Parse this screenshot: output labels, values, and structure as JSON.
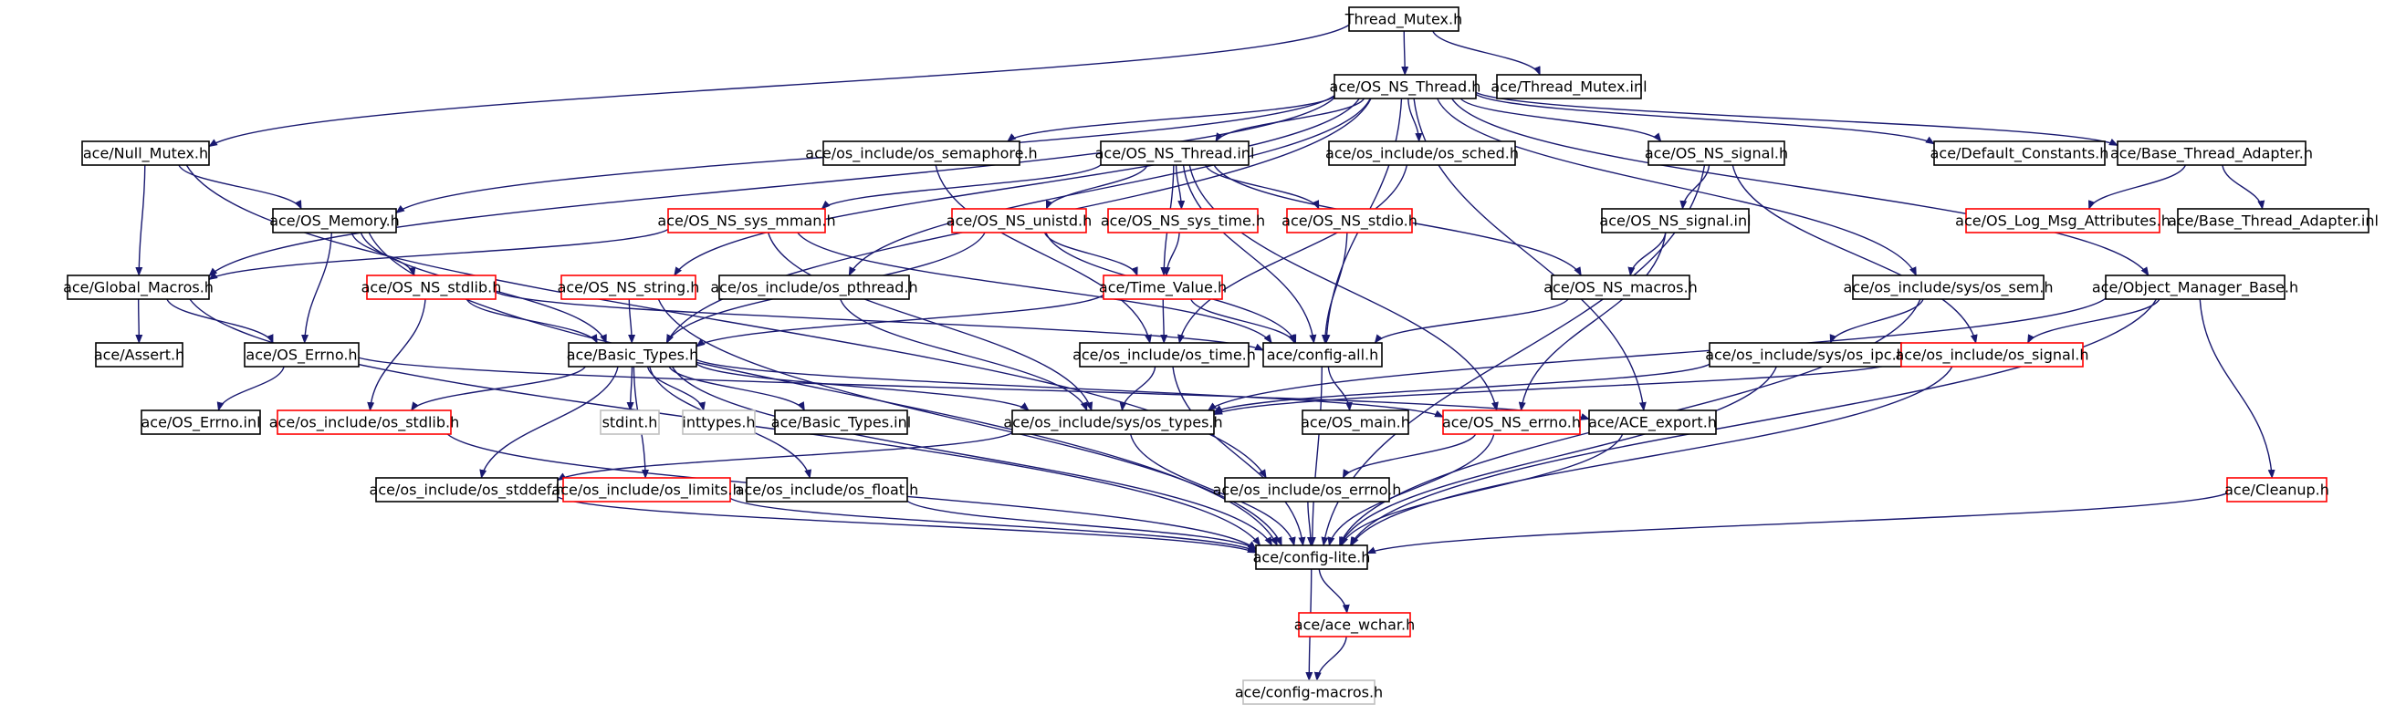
{
  "colors": {
    "edge": "#191970",
    "border_normal": "#000000",
    "border_truncated": "#ff0000",
    "border_leaf": "#bfbfbf",
    "root_fill": "#bfbfbf"
  },
  "nodes": {
    "thread_mutex_h": {
      "label": "Thread_Mutex.h",
      "kind": "root"
    },
    "os_ns_thread_h": {
      "label": "ace/OS_NS_Thread.h",
      "kind": "normal"
    },
    "thread_mutex_inl": {
      "label": "ace/Thread_Mutex.inl",
      "kind": "normal"
    },
    "null_mutex_h": {
      "label": "ace/Null_Mutex.h",
      "kind": "normal"
    },
    "os_semaphore_h": {
      "label": "ace/os_include/os_semaphore.h",
      "kind": "normal"
    },
    "os_ns_thread_inl": {
      "label": "ace/OS_NS_Thread.inl",
      "kind": "normal"
    },
    "os_sched_h": {
      "label": "ace/os_include/os_sched.h",
      "kind": "normal"
    },
    "os_ns_signal_h": {
      "label": "ace/OS_NS_signal.h",
      "kind": "normal"
    },
    "default_constants_h": {
      "label": "ace/Default_Constants.h",
      "kind": "normal"
    },
    "base_thread_adapter_h": {
      "label": "ace/Base_Thread_Adapter.h",
      "kind": "normal"
    },
    "os_memory_h": {
      "label": "ace/OS_Memory.h",
      "kind": "normal"
    },
    "os_ns_sys_mman_h": {
      "label": "ace/OS_NS_sys_mman.h",
      "kind": "truncated"
    },
    "os_ns_unistd_h": {
      "label": "ace/OS_NS_unistd.h",
      "kind": "truncated"
    },
    "os_ns_sys_time_h": {
      "label": "ace/OS_NS_sys_time.h",
      "kind": "truncated"
    },
    "os_ns_stdio_h": {
      "label": "ace/OS_NS_stdio.h",
      "kind": "truncated"
    },
    "os_ns_signal_inl": {
      "label": "ace/OS_NS_signal.inl",
      "kind": "normal"
    },
    "os_log_msg_attributes_h": {
      "label": "ace/OS_Log_Msg_Attributes.h",
      "kind": "truncated"
    },
    "base_thread_adapter_inl": {
      "label": "ace/Base_Thread_Adapter.inl",
      "kind": "normal"
    },
    "global_macros_h": {
      "label": "ace/Global_Macros.h",
      "kind": "normal"
    },
    "os_ns_stdlib_h": {
      "label": "ace/OS_NS_stdlib.h",
      "kind": "truncated"
    },
    "os_ns_string_h": {
      "label": "ace/OS_NS_string.h",
      "kind": "truncated"
    },
    "os_pthread_h": {
      "label": "ace/os_include/os_pthread.h",
      "kind": "normal"
    },
    "time_value_h": {
      "label": "ace/Time_Value.h",
      "kind": "truncated"
    },
    "os_ns_macros_h": {
      "label": "ace/OS_NS_macros.h",
      "kind": "normal"
    },
    "os_sem_h": {
      "label": "ace/os_include/sys/os_sem.h",
      "kind": "normal"
    },
    "object_manager_base_h": {
      "label": "ace/Object_Manager_Base.h",
      "kind": "normal"
    },
    "assert_h": {
      "label": "ace/Assert.h",
      "kind": "normal"
    },
    "os_errno_h": {
      "label": "ace/OS_Errno.h",
      "kind": "normal"
    },
    "basic_types_h": {
      "label": "ace/Basic_Types.h",
      "kind": "normal"
    },
    "os_time_h": {
      "label": "ace/os_include/os_time.h",
      "kind": "normal"
    },
    "config_all_h": {
      "label": "ace/config-all.h",
      "kind": "normal"
    },
    "os_ipc_h": {
      "label": "ace/os_include/sys/os_ipc.h",
      "kind": "normal"
    },
    "os_signal_h": {
      "label": "ace/os_include/os_signal.h",
      "kind": "truncated"
    },
    "os_errno_inl": {
      "label": "ace/OS_Errno.inl",
      "kind": "normal"
    },
    "os_stdlib_h": {
      "label": "ace/os_include/os_stdlib.h",
      "kind": "truncated"
    },
    "stdint_h": {
      "label": "stdint.h",
      "kind": "leaf"
    },
    "inttypes_h": {
      "label": "inttypes.h",
      "kind": "leaf"
    },
    "basic_types_inl": {
      "label": "ace/Basic_Types.inl",
      "kind": "normal"
    },
    "os_types_h": {
      "label": "ace/os_include/sys/os_types.h",
      "kind": "normal"
    },
    "os_main_h": {
      "label": "ace/OS_main.h",
      "kind": "normal"
    },
    "os_ns_errno_h": {
      "label": "ace/OS_NS_errno.h",
      "kind": "truncated"
    },
    "ace_export_h": {
      "label": "ace/ACE_export.h",
      "kind": "normal"
    },
    "os_stddef_h": {
      "label": "ace/os_include/os_stddef.h",
      "kind": "normal"
    },
    "os_limits_h": {
      "label": "ace/os_include/os_limits.h",
      "kind": "truncated"
    },
    "os_float_h": {
      "label": "ace/os_include/os_float.h",
      "kind": "normal"
    },
    "os_errno_os_h": {
      "label": "ace/os_include/os_errno.h",
      "kind": "normal"
    },
    "cleanup_h": {
      "label": "ace/Cleanup.h",
      "kind": "truncated"
    },
    "config_lite_h": {
      "label": "ace/config-lite.h",
      "kind": "normal"
    },
    "ace_wchar_h": {
      "label": "ace/ace_wchar.h",
      "kind": "truncated"
    },
    "config_macros_h": {
      "label": "ace/config-macros.h",
      "kind": "leaf"
    }
  },
  "edges": [
    [
      "thread_mutex_h",
      "os_ns_thread_h"
    ],
    [
      "thread_mutex_h",
      "thread_mutex_inl"
    ],
    [
      "thread_mutex_h",
      "null_mutex_h"
    ],
    [
      "os_ns_thread_h",
      "os_semaphore_h"
    ],
    [
      "os_ns_thread_h",
      "os_ns_thread_inl"
    ],
    [
      "os_ns_thread_h",
      "os_sched_h"
    ],
    [
      "os_ns_thread_h",
      "os_ns_signal_h"
    ],
    [
      "os_ns_thread_h",
      "default_constants_h"
    ],
    [
      "os_ns_thread_h",
      "base_thread_adapter_h"
    ],
    [
      "os_ns_thread_h",
      "os_memory_h"
    ],
    [
      "os_ns_thread_h",
      "global_macros_h"
    ],
    [
      "os_ns_thread_h",
      "basic_types_h"
    ],
    [
      "os_ns_thread_h",
      "config_all_h"
    ],
    [
      "os_ns_thread_h",
      "os_pthread_h"
    ],
    [
      "os_ns_thread_h",
      "os_ns_string_h"
    ],
    [
      "os_ns_thread_h",
      "os_sem_h"
    ],
    [
      "os_ns_thread_h",
      "object_manager_base_h"
    ],
    [
      "os_ns_thread_h",
      "ace_export_h"
    ],
    [
      "null_mutex_h",
      "os_memory_h"
    ],
    [
      "null_mutex_h",
      "global_macros_h"
    ],
    [
      "null_mutex_h",
      "os_errno_os_h"
    ],
    [
      "os_semaphore_h",
      "os_time_h"
    ],
    [
      "os_sched_h",
      "os_time_h"
    ],
    [
      "os_ns_thread_inl",
      "os_ns_sys_mman_h"
    ],
    [
      "os_ns_thread_inl",
      "os_ns_unistd_h"
    ],
    [
      "os_ns_thread_inl",
      "os_ns_sys_time_h"
    ],
    [
      "os_ns_thread_inl",
      "os_ns_stdio_h"
    ],
    [
      "os_ns_thread_inl",
      "time_value_h"
    ],
    [
      "os_ns_thread_inl",
      "os_ns_macros_h"
    ],
    [
      "os_ns_thread_inl",
      "config_all_h"
    ],
    [
      "os_ns_thread_inl",
      "os_ns_errno_h"
    ],
    [
      "os_ns_signal_h",
      "os_ns_signal_inl"
    ],
    [
      "os_ns_signal_h",
      "os_signal_h"
    ],
    [
      "os_ns_signal_h",
      "config_lite_h"
    ],
    [
      "base_thread_adapter_h",
      "os_log_msg_attributes_h"
    ],
    [
      "base_thread_adapter_h",
      "base_thread_adapter_inl"
    ],
    [
      "os_memory_h",
      "os_ns_stdlib_h"
    ],
    [
      "os_memory_h",
      "os_errno_h"
    ],
    [
      "os_memory_h",
      "basic_types_h"
    ],
    [
      "os_memory_h",
      "config_lite_h"
    ],
    [
      "os_ns_sys_mman_h",
      "global_macros_h"
    ],
    [
      "os_ns_sys_mman_h",
      "os_types_h"
    ],
    [
      "os_ns_sys_mman_h",
      "config_all_h"
    ],
    [
      "os_ns_unistd_h",
      "basic_types_h"
    ],
    [
      "os_ns_unistd_h",
      "config_all_h"
    ],
    [
      "os_ns_unistd_h",
      "time_value_h"
    ],
    [
      "os_ns_sys_time_h",
      "time_value_h"
    ],
    [
      "os_ns_stdio_h",
      "config_all_h"
    ],
    [
      "os_ns_signal_inl",
      "os_ns_macros_h"
    ],
    [
      "os_ns_signal_inl",
      "os_ns_errno_h"
    ],
    [
      "global_macros_h",
      "assert_h"
    ],
    [
      "global_macros_h",
      "os_errno_h"
    ],
    [
      "global_macros_h",
      "config_lite_h"
    ],
    [
      "os_ns_stdlib_h",
      "basic_types_h"
    ],
    [
      "os_ns_stdlib_h",
      "os_stdlib_h"
    ],
    [
      "os_ns_stdlib_h",
      "config_all_h"
    ],
    [
      "os_ns_string_h",
      "basic_types_h"
    ],
    [
      "os_ns_string_h",
      "config_lite_h"
    ],
    [
      "os_pthread_h",
      "os_types_h"
    ],
    [
      "time_value_h",
      "basic_types_h"
    ],
    [
      "time_value_h",
      "os_time_h"
    ],
    [
      "time_value_h",
      "config_all_h"
    ],
    [
      "os_ns_macros_h",
      "config_all_h"
    ],
    [
      "os_sem_h",
      "os_ipc_h"
    ],
    [
      "os_sem_h",
      "config_lite_h"
    ],
    [
      "object_manager_base_h",
      "os_signal_h"
    ],
    [
      "object_manager_base_h",
      "cleanup_h"
    ],
    [
      "object_manager_base_h",
      "os_types_h"
    ],
    [
      "object_manager_base_h",
      "config_lite_h"
    ],
    [
      "os_errno_h",
      "os_errno_inl"
    ],
    [
      "os_errno_h",
      "ace_export_h"
    ],
    [
      "basic_types_h",
      "stdint_h"
    ],
    [
      "basic_types_h",
      "inttypes_h"
    ],
    [
      "basic_types_h",
      "basic_types_inl"
    ],
    [
      "basic_types_h",
      "os_stdlib_h"
    ],
    [
      "basic_types_h",
      "os_types_h"
    ],
    [
      "basic_types_h",
      "os_stddef_h"
    ],
    [
      "basic_types_h",
      "os_limits_h"
    ],
    [
      "basic_types_h",
      "os_float_h"
    ],
    [
      "basic_types_h",
      "config_lite_h"
    ],
    [
      "basic_types_h",
      "os_ns_errno_h"
    ],
    [
      "os_time_h",
      "os_types_h"
    ],
    [
      "os_time_h",
      "config_lite_h"
    ],
    [
      "config_all_h",
      "os_main_h"
    ],
    [
      "config_all_h",
      "config_lite_h"
    ],
    [
      "os_ipc_h",
      "os_types_h"
    ],
    [
      "os_ipc_h",
      "config_lite_h"
    ],
    [
      "os_signal_h",
      "os_types_h"
    ],
    [
      "os_signal_h",
      "config_lite_h"
    ],
    [
      "os_stdlib_h",
      "config_lite_h"
    ],
    [
      "os_types_h",
      "os_stddef_h"
    ],
    [
      "os_types_h",
      "config_lite_h"
    ],
    [
      "os_ns_errno_h",
      "os_errno_os_h"
    ],
    [
      "os_ns_errno_h",
      "config_lite_h"
    ],
    [
      "ace_export_h",
      "config_lite_h"
    ],
    [
      "os_stddef_h",
      "config_lite_h"
    ],
    [
      "os_limits_h",
      "config_lite_h"
    ],
    [
      "os_float_h",
      "config_lite_h"
    ],
    [
      "os_errno_os_h",
      "config_lite_h"
    ],
    [
      "cleanup_h",
      "config_lite_h"
    ],
    [
      "config_lite_h",
      "ace_wchar_h"
    ],
    [
      "config_lite_h",
      "config_macros_h"
    ],
    [
      "ace_wchar_h",
      "config_macros_h"
    ]
  ]
}
